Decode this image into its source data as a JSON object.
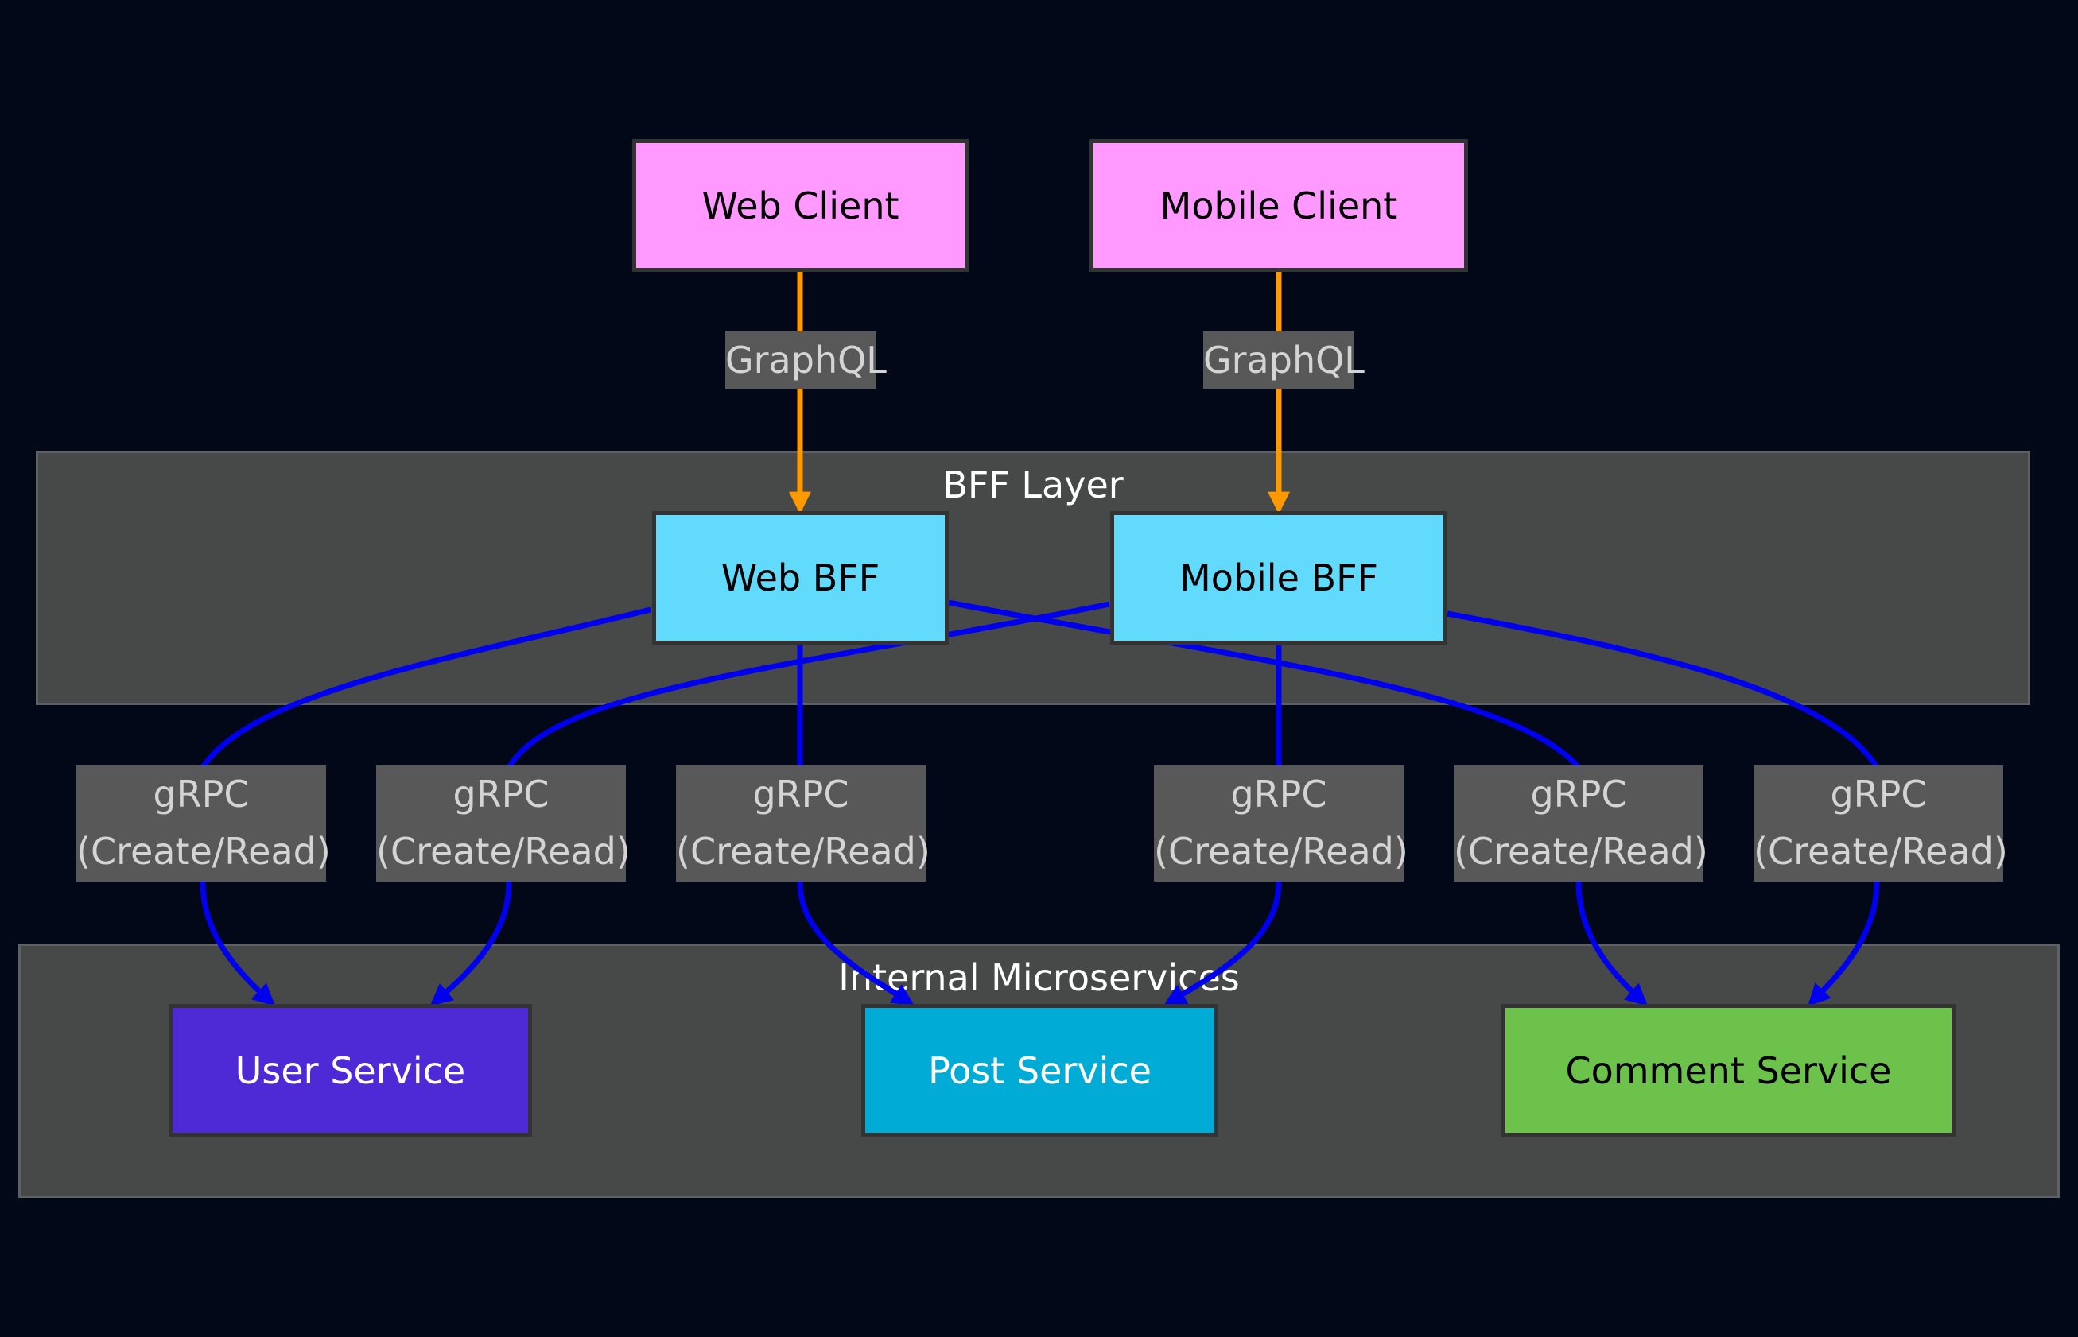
{
  "colors": {
    "background": "#020817",
    "cluster_fill": "#474948",
    "client_fill": "#ff99ff",
    "bff_fill": "#61dafb",
    "user_service_fill": "#4d2ad6",
    "post_service_fill": "#00abd6",
    "comment_service_fill": "#6cc24a",
    "graphql_edge": "#ff9900",
    "grpc_edge": "#0000ee",
    "edge_label_bg": "#585858"
  },
  "clusters": {
    "bff_layer": "BFF Layer",
    "internal": "Internal Microservices"
  },
  "nodes": {
    "web_client": "Web Client",
    "mobile_client": "Mobile Client",
    "web_bff": "Web BFF",
    "mobile_bff": "Mobile BFF",
    "user_service": "User Service",
    "post_service": "Post Service",
    "comment_service": "Comment Service"
  },
  "edges": {
    "graphql_web": "GraphQL",
    "graphql_mobile": "GraphQL",
    "grpc_web_user": {
      "line1": "gRPC",
      "line2": "(Create/Read)"
    },
    "grpc_mobile_user": {
      "line1": "gRPC",
      "line2": "(Create/Read)"
    },
    "grpc_web_post": {
      "line1": "gRPC",
      "line2": "(Create/Read)"
    },
    "grpc_mobile_post": {
      "line1": "gRPC",
      "line2": "(Create/Read)"
    },
    "grpc_web_comment": {
      "line1": "gRPC",
      "line2": "(Create/Read)"
    },
    "grpc_mobile_comment": {
      "line1": "gRPC",
      "line2": "(Create/Read)"
    }
  }
}
